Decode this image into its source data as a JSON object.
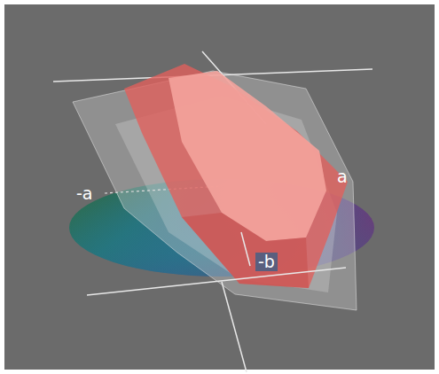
{
  "diagram": {
    "labels": [
      "-a",
      "-b",
      "a"
    ]
  }
}
